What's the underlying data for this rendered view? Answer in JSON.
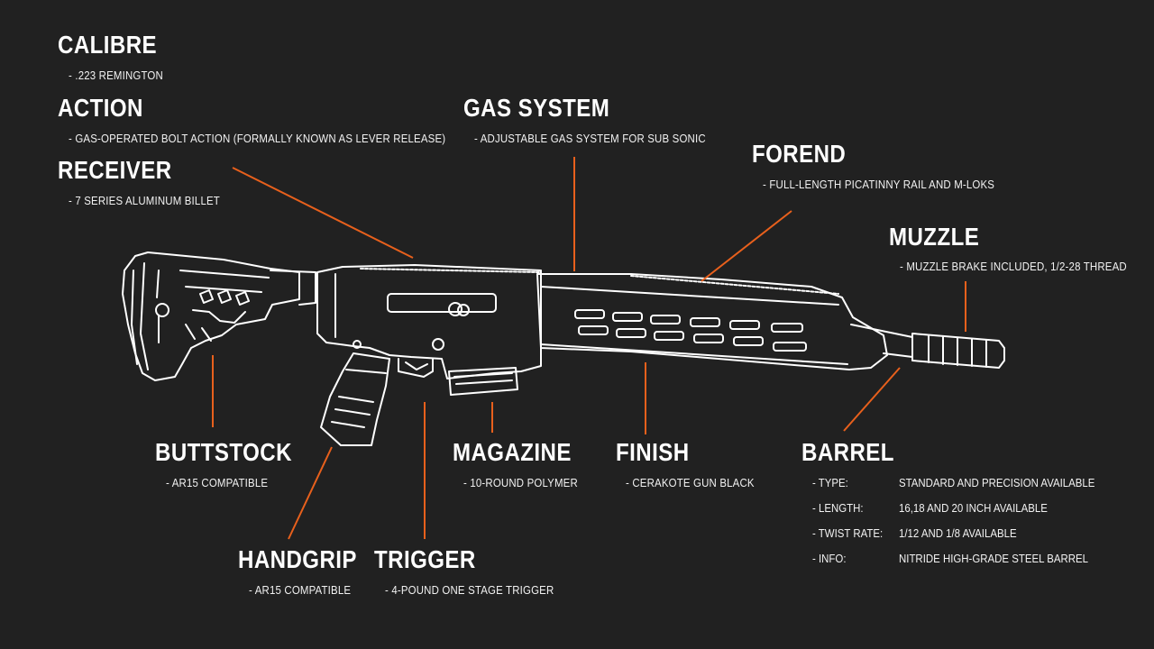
{
  "accent_color": "#e8601c",
  "line_color": "#ffffff",
  "callouts": {
    "calibre": {
      "title": "CALIBRE",
      "desc": "- .223 REMINGTON"
    },
    "action": {
      "title": "ACTION",
      "desc": "- GAS-OPERATED BOLT ACTION (FORMALLY KNOWN AS LEVER RELEASE)"
    },
    "receiver": {
      "title": "RECEIVER",
      "desc": "- 7 SERIES ALUMINUM BILLET"
    },
    "gas_system": {
      "title": "GAS SYSTEM",
      "desc": "- ADJUSTABLE GAS SYSTEM FOR SUB SONIC"
    },
    "forend": {
      "title": "FOREND",
      "desc": "-  FULL-LENGTH PICATINNY RAIL AND M-LOKS"
    },
    "muzzle": {
      "title": "MUZZLE",
      "desc": "-  MUZZLE BRAKE INCLUDED, 1/2-28 THREAD"
    },
    "buttstock": {
      "title": "BUTTSTOCK",
      "desc": "- AR15 COMPATIBLE"
    },
    "magazine": {
      "title": "MAGAZINE",
      "desc": "- 10-ROUND POLYMER"
    },
    "finish": {
      "title": "FINISH",
      "desc": "- CERAKOTE GUN BLACK"
    },
    "handgrip": {
      "title": "HANDGRIP",
      "desc": "- AR15 COMPATIBLE"
    },
    "trigger": {
      "title": "TRIGGER",
      "desc": "- 4-POUND ONE STAGE TRIGGER"
    },
    "barrel": {
      "title": "BARREL",
      "specs": [
        {
          "label": "- TYPE:",
          "value": "STANDARD AND PRECISION AVAILABLE"
        },
        {
          "label": "- LENGTH:",
          "value": "16,18 AND 20 INCH AVAILABLE"
        },
        {
          "label": "- TWIST RATE:",
          "value": "1/12 AND 1/8 AVAILABLE"
        },
        {
          "label": "- INFO:",
          "value": "NITRIDE HIGH-GRADE STEEL BARREL"
        }
      ]
    }
  }
}
